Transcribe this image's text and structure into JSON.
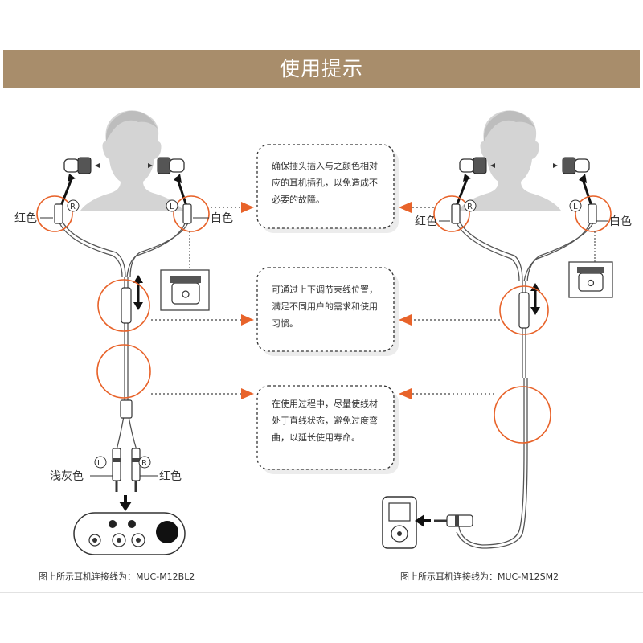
{
  "header": {
    "title": "使用提示"
  },
  "notes": [
    {
      "text": "确保插头插入与之颜色相对应的耳机插孔，以免造成不必要的故障。"
    },
    {
      "text": "可通过上下调节束线位置，满足不同用户的需求和使用习惯。"
    },
    {
      "text": "在使用过程中，尽量使线材处于直线状态，避免过度弯曲，以延长使用寿命。"
    }
  ],
  "left_diagram": {
    "label_red_top": "红色",
    "label_white_top": "白色",
    "label_lightgray": "浅灰色",
    "label_red_bottom": "红色",
    "marker_r": "R",
    "marker_l": "L",
    "caption": "图上所示耳机连接线为：MUC-M12BL2"
  },
  "right_diagram": {
    "label_red_top": "红色",
    "label_white_top": "白色",
    "marker_r": "R",
    "marker_l": "L",
    "caption": "图上所示耳机连接线为：MUC-M12SM2"
  },
  "colors": {
    "header_bg": "#a88d6b",
    "accent_orange": "#e8632a"
  }
}
